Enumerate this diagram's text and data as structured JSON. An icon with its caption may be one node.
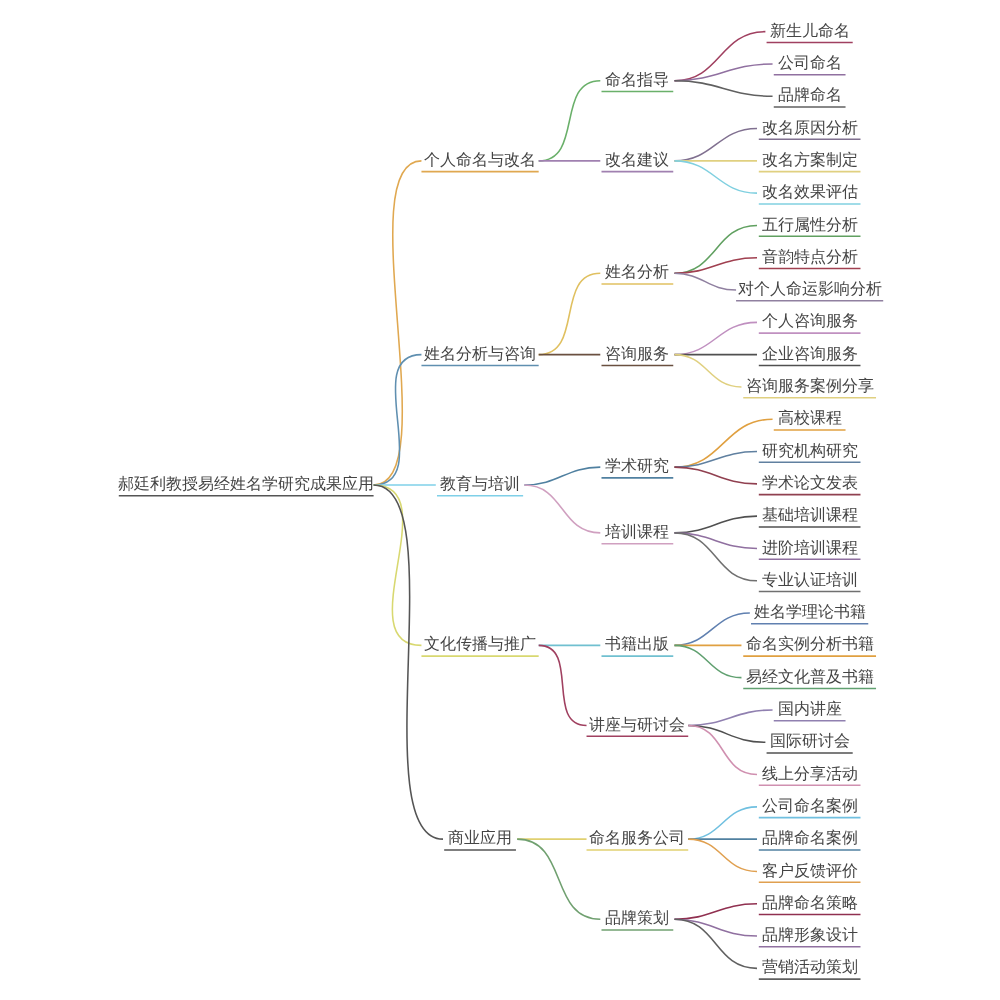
{
  "diagram": {
    "nodes": [
      {
        "text": [
          "郝廷利教授易经姓名学研究成果应用"
        ]
      },
      {
        "text": [
          "个人命名与改名"
        ]
      },
      {
        "text": [
          "命名指导"
        ]
      },
      {
        "text": [
          "新生儿命名"
        ]
      },
      {
        "text": [
          "公司命名"
        ]
      },
      {
        "text": [
          "品牌命名"
        ]
      },
      {
        "text": [
          "改名建议"
        ]
      },
      {
        "text": [
          "改名原因分析"
        ]
      },
      {
        "text": [
          "改名方案制定"
        ]
      },
      {
        "text": [
          "改名效果评估"
        ]
      },
      {
        "text": [
          "姓名分析与咨询"
        ]
      },
      {
        "text": [
          "姓名分析"
        ]
      },
      {
        "text": [
          "五行属性分析"
        ]
      },
      {
        "text": [
          "音韵特点分析"
        ]
      },
      {
        "text": [
          "对个人命运影响分析"
        ]
      },
      {
        "text": [
          "咨询服务"
        ]
      },
      {
        "text": [
          "个人咨询服务"
        ]
      },
      {
        "text": [
          "企业咨询服务"
        ]
      },
      {
        "text": [
          "咨询服务案例分享"
        ]
      },
      {
        "text": [
          "教育与培训"
        ]
      },
      {
        "text": [
          "学术研究"
        ]
      },
      {
        "text": [
          "高校课程"
        ]
      },
      {
        "text": [
          "研究机构研究"
        ]
      },
      {
        "text": [
          "学术论文发表"
        ]
      },
      {
        "text": [
          "培训课程"
        ]
      },
      {
        "text": [
          "基础培训课程"
        ]
      },
      {
        "text": [
          "进阶培训课程"
        ]
      },
      {
        "text": [
          "专业认证培训"
        ]
      },
      {
        "text": [
          "文化传播与推广"
        ]
      },
      {
        "text": [
          "书籍出版"
        ]
      },
      {
        "text": [
          "姓名学理论书籍"
        ]
      },
      {
        "text": [
          "命名实例分析书籍"
        ]
      },
      {
        "text": [
          "易经文化普及书籍"
        ]
      },
      {
        "text": [
          "讲座与研讨会"
        ]
      },
      {
        "text": [
          "国内讲座"
        ]
      },
      {
        "text": [
          "国际研讨会"
        ]
      },
      {
        "text": [
          "线上分享活动"
        ]
      },
      {
        "text": [
          "商业应用"
        ]
      },
      {
        "text": [
          "命名服务公司"
        ]
      },
      {
        "text": [
          "公司命名案例"
        ]
      },
      {
        "text": [
          "品牌命名案例"
        ]
      },
      {
        "text": [
          "客户反馈评价"
        ]
      },
      {
        "text": [
          "品牌策划"
        ]
      },
      {
        "text": [
          "品牌命名策略"
        ]
      },
      {
        "text": [
          "品牌形象设计"
        ]
      },
      {
        "text": [
          "营销活动策划"
        ]
      }
    ],
    "edges": [
      {
        "from": 0,
        "to": 1,
        "arrow": "none",
        "color": "#e0a850"
      },
      {
        "from": 1,
        "to": 2,
        "arrow": "none",
        "color": "#6ab06a"
      },
      {
        "from": 2,
        "to": 3,
        "arrow": "none",
        "color": "#a04060"
      },
      {
        "from": 2,
        "to": 4,
        "arrow": "none",
        "color": "#9070a0"
      },
      {
        "from": 2,
        "to": 5,
        "arrow": "none",
        "color": "#606060"
      },
      {
        "from": 1,
        "to": 6,
        "arrow": "none",
        "color": "#a080b0"
      },
      {
        "from": 6,
        "to": 7,
        "arrow": "none",
        "color": "#807090"
      },
      {
        "from": 6,
        "to": 8,
        "arrow": "none",
        "color": "#e0d080"
      },
      {
        "from": 6,
        "to": 9,
        "arrow": "none",
        "color": "#80d0e0"
      },
      {
        "from": 0,
        "to": 10,
        "arrow": "none",
        "color": "#5f8fb0"
      },
      {
        "from": 10,
        "to": 11,
        "arrow": "none",
        "color": "#e0c060"
      },
      {
        "from": 11,
        "to": 12,
        "arrow": "none",
        "color": "#60a060"
      },
      {
        "from": 11,
        "to": 13,
        "arrow": "none",
        "color": "#a04050"
      },
      {
        "from": 11,
        "to": 14,
        "arrow": "none",
        "color": "#9080a0"
      },
      {
        "from": 10,
        "to": 15,
        "arrow": "none",
        "color": "#6a5040"
      },
      {
        "from": 15,
        "to": 16,
        "arrow": "none",
        "color": "#c090c0"
      },
      {
        "from": 15,
        "to": 17,
        "arrow": "none",
        "color": "#505050"
      },
      {
        "from": 15,
        "to": 18,
        "arrow": "none",
        "color": "#e0d080"
      },
      {
        "from": 0,
        "to": 19,
        "arrow": "none",
        "color": "#7fd0e8"
      },
      {
        "from": 19,
        "to": 20,
        "arrow": "none",
        "color": "#5080a0"
      },
      {
        "from": 20,
        "to": 21,
        "arrow": "none",
        "color": "#e0a040"
      },
      {
        "from": 20,
        "to": 22,
        "arrow": "none",
        "color": "#6080a0"
      },
      {
        "from": 20,
        "to": 23,
        "arrow": "none",
        "color": "#904050"
      },
      {
        "from": 19,
        "to": 24,
        "arrow": "none",
        "color": "#d0a0c0"
      },
      {
        "from": 24,
        "to": 25,
        "arrow": "none",
        "color": "#505050"
      },
      {
        "from": 24,
        "to": 26,
        "arrow": "none",
        "color": "#9070a0"
      },
      {
        "from": 24,
        "to": 27,
        "arrow": "none",
        "color": "#707070"
      },
      {
        "from": 0,
        "to": 28,
        "arrow": "none",
        "color": "#d8d870"
      },
      {
        "from": 28,
        "to": 29,
        "arrow": "none",
        "color": "#70c0d0"
      },
      {
        "from": 29,
        "to": 30,
        "arrow": "none",
        "color": "#6080b0"
      },
      {
        "from": 29,
        "to": 31,
        "arrow": "none",
        "color": "#e0a040"
      },
      {
        "from": 29,
        "to": 32,
        "arrow": "none",
        "color": "#60a070"
      },
      {
        "from": 28,
        "to": 33,
        "arrow": "none",
        "color": "#a04060"
      },
      {
        "from": 33,
        "to": 34,
        "arrow": "none",
        "color": "#9080b0"
      },
      {
        "from": 33,
        "to": 35,
        "arrow": "none",
        "color": "#505050"
      },
      {
        "from": 33,
        "to": 36,
        "arrow": "none",
        "color": "#d090b0"
      },
      {
        "from": 0,
        "to": 37,
        "arrow": "none",
        "color": "#555555"
      },
      {
        "from": 37,
        "to": 38,
        "arrow": "none",
        "color": "#e0d070"
      },
      {
        "from": 38,
        "to": 39,
        "arrow": "none",
        "color": "#70c0e0"
      },
      {
        "from": 38,
        "to": 40,
        "arrow": "none",
        "color": "#5080a0"
      },
      {
        "from": 38,
        "to": 41,
        "arrow": "none",
        "color": "#e0a050"
      },
      {
        "from": 37,
        "to": 42,
        "arrow": "none",
        "color": "#70a070"
      },
      {
        "from": 42,
        "to": 43,
        "arrow": "none",
        "color": "#903050"
      },
      {
        "from": 42,
        "to": 44,
        "arrow": "none",
        "color": "#9070a0"
      },
      {
        "from": 42,
        "to": 45,
        "arrow": "none",
        "color": "#606060"
      }
    ]
  }
}
